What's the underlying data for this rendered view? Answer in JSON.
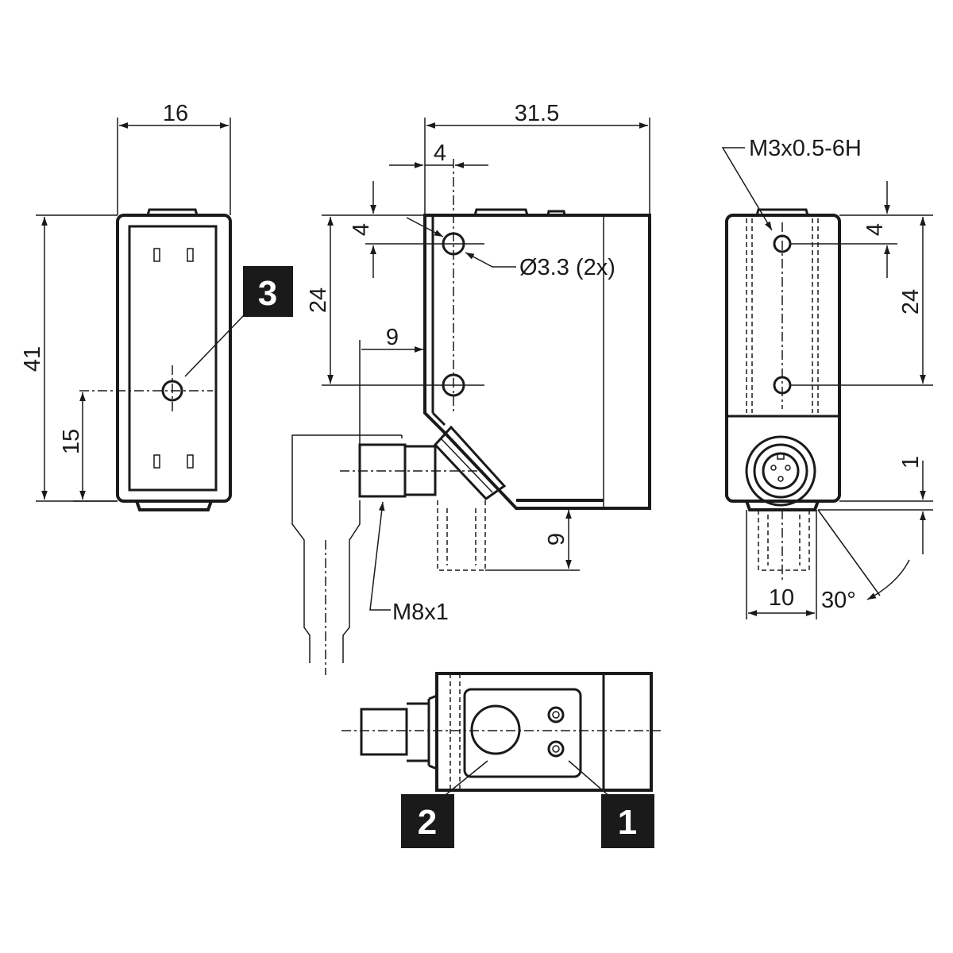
{
  "dimensions": {
    "front_width": "16",
    "front_height": "41",
    "front_offset": "15",
    "side_width": "31.5",
    "side_hole_offset": "4",
    "side_top_offset": "4",
    "side_hole_spacing": "24",
    "side_connector_offset": "9",
    "side_bottom_offset": "9",
    "hole_callout": "Ø3.3 (2x)",
    "connector_thread": "M8x1",
    "rear_thread_callout": "M3x0.5-6H",
    "rear_top_offset": "4",
    "rear_hole_spacing": "24",
    "rear_gap": "1",
    "rear_connector_width": "10",
    "rear_angle": "30°"
  },
  "callouts": [
    "1",
    "2",
    "3"
  ]
}
